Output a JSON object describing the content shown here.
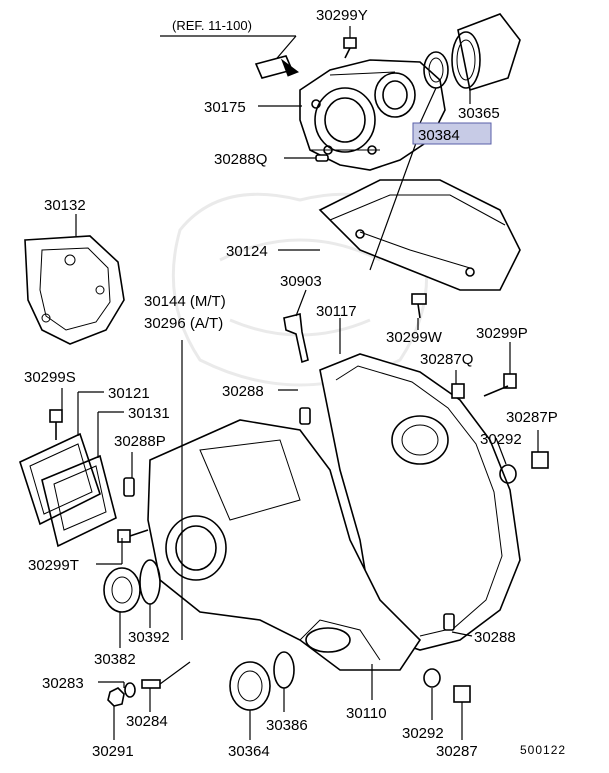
{
  "reference": "(REF. 11-100)",
  "diagram_code": "500122",
  "highlight_color": "#c7cbe6",
  "parts": [
    {
      "id": "p30299Y",
      "label": "30299Y"
    },
    {
      "id": "p30175",
      "label": "30175"
    },
    {
      "id": "p30365",
      "label": "30365"
    },
    {
      "id": "p30384",
      "label": "30384",
      "highlighted": true
    },
    {
      "id": "p30288Q",
      "label": "30288Q"
    },
    {
      "id": "p30132",
      "label": "30132"
    },
    {
      "id": "p30124",
      "label": "30124"
    },
    {
      "id": "p30903",
      "label": "30903"
    },
    {
      "id": "p30144",
      "label": "30144 (M/T)"
    },
    {
      "id": "p30296",
      "label": "30296 (A/T)"
    },
    {
      "id": "p30117",
      "label": "30117"
    },
    {
      "id": "p30299W",
      "label": "30299W"
    },
    {
      "id": "p30299P",
      "label": "30299P"
    },
    {
      "id": "p30287Q",
      "label": "30287Q"
    },
    {
      "id": "p30299S",
      "label": "30299S"
    },
    {
      "id": "p30121",
      "label": "30121"
    },
    {
      "id": "p30131",
      "label": "30131"
    },
    {
      "id": "p30288",
      "label": "30288"
    },
    {
      "id": "p30287P",
      "label": "30287P"
    },
    {
      "id": "p30288P",
      "label": "30288P"
    },
    {
      "id": "p30292a",
      "label": "30292"
    },
    {
      "id": "p30299T",
      "label": "30299T"
    },
    {
      "id": "p30392",
      "label": "30392"
    },
    {
      "id": "p30382",
      "label": "30382"
    },
    {
      "id": "p30288b",
      "label": "30288"
    },
    {
      "id": "p30283",
      "label": "30283"
    },
    {
      "id": "p30284",
      "label": "30284"
    },
    {
      "id": "p30110",
      "label": "30110"
    },
    {
      "id": "p30386",
      "label": "30386"
    },
    {
      "id": "p30364",
      "label": "30364"
    },
    {
      "id": "p30292b",
      "label": "30292"
    },
    {
      "id": "p30291",
      "label": "30291"
    },
    {
      "id": "p30287",
      "label": "30287"
    }
  ]
}
